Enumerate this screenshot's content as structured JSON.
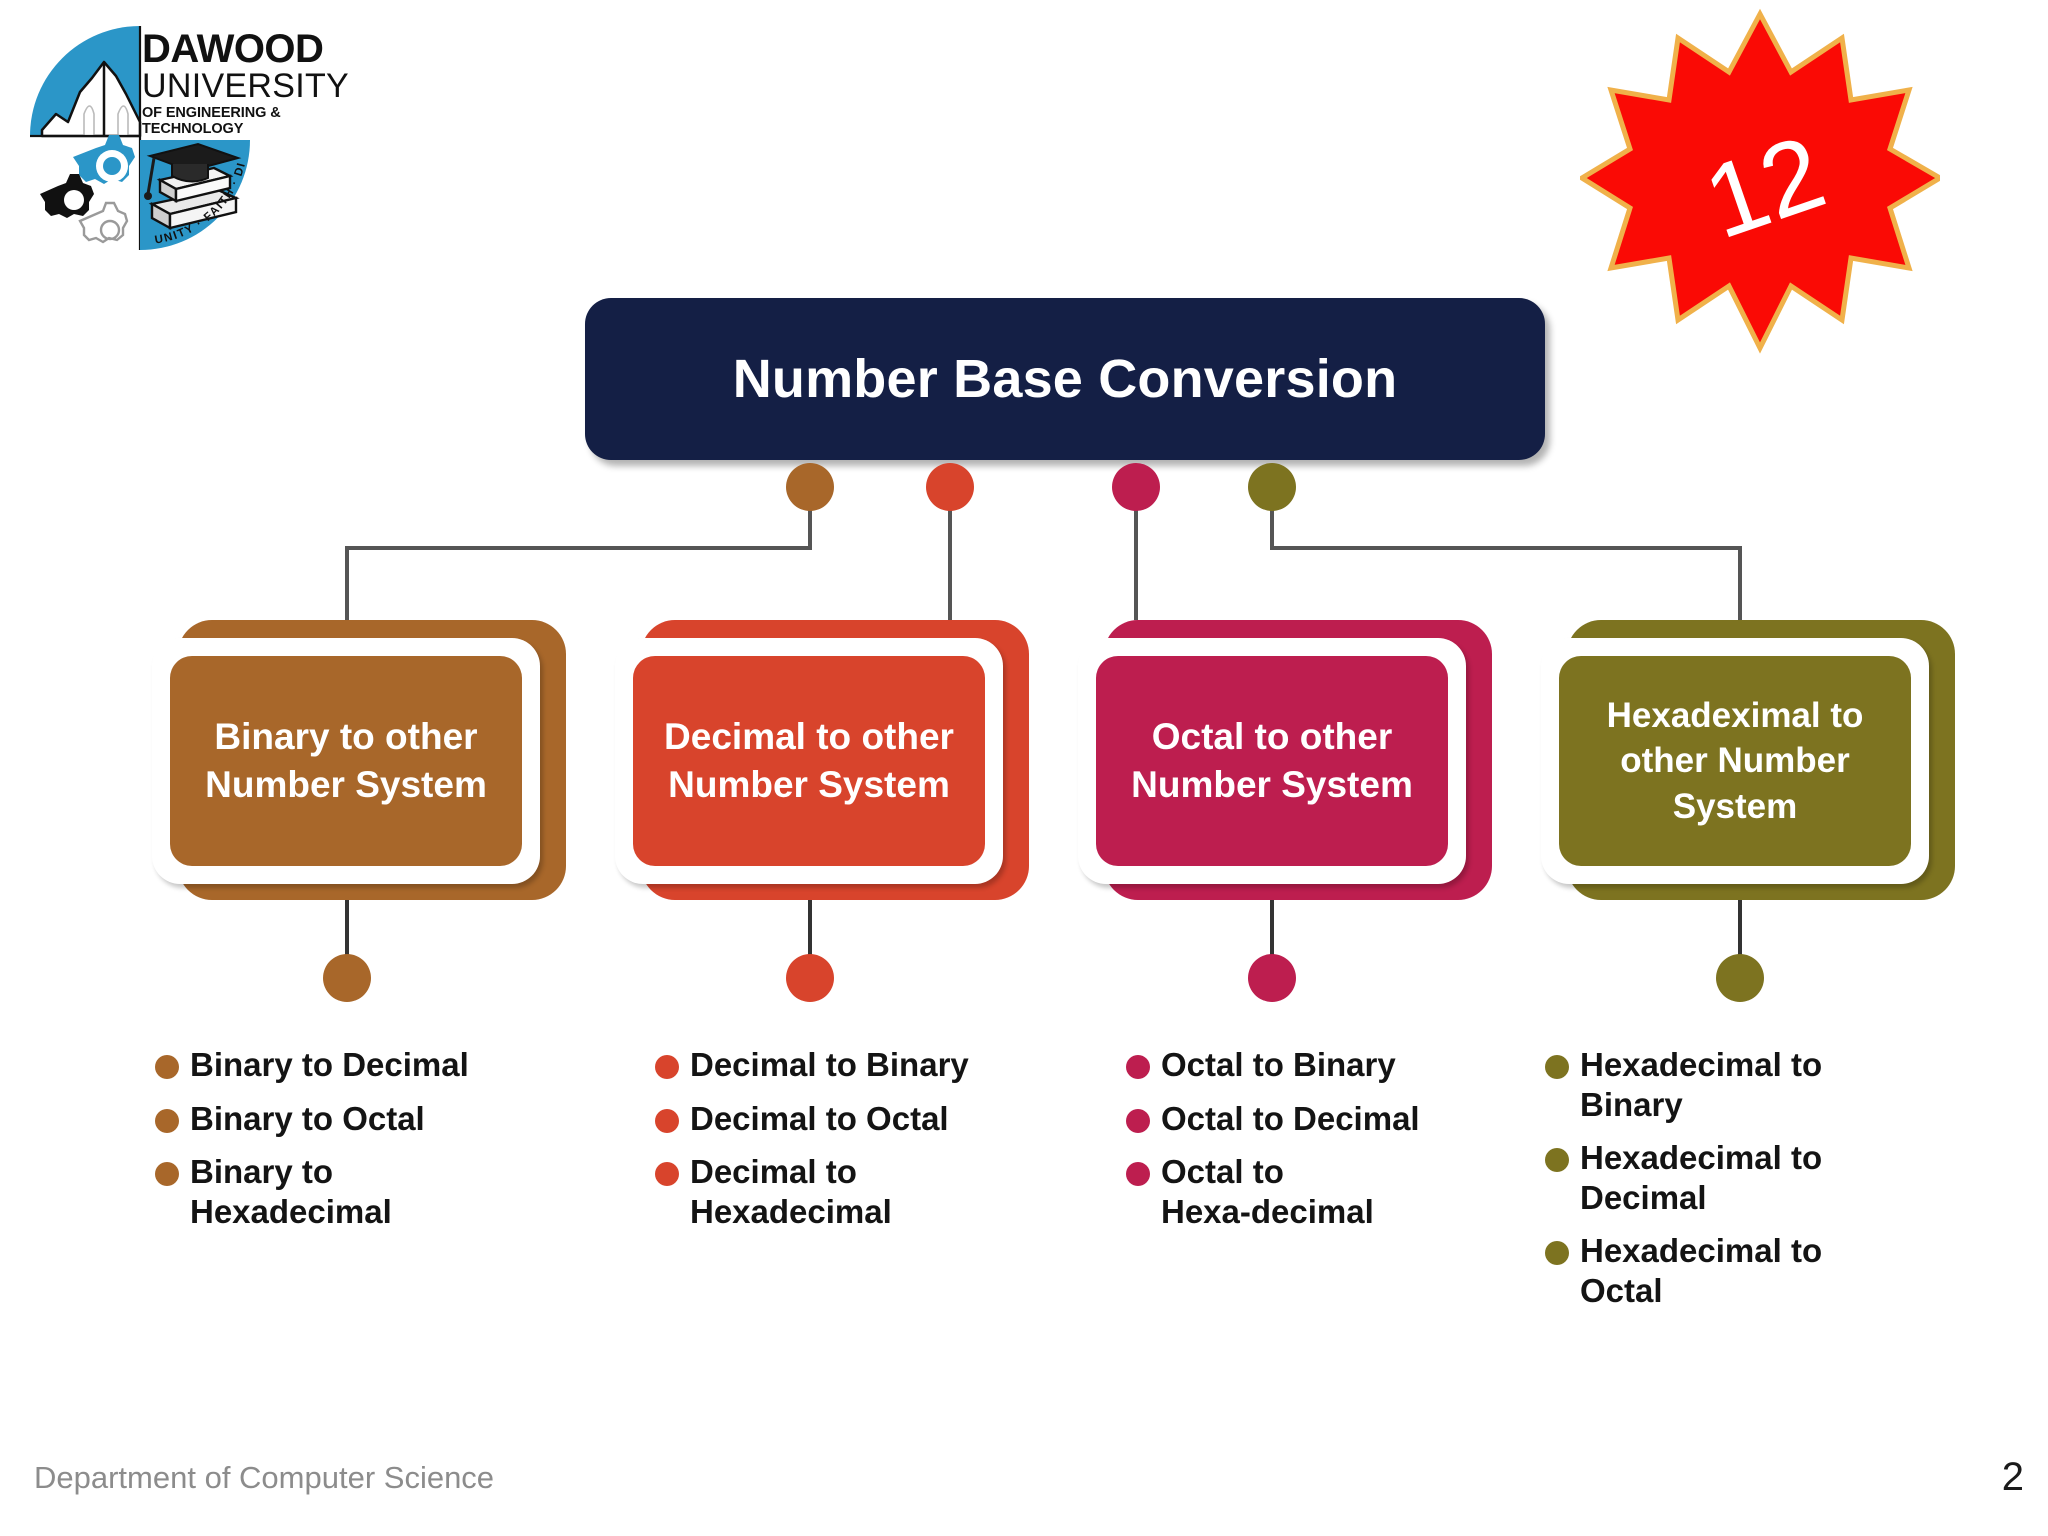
{
  "brand": {
    "name_line1": "DAWOOD",
    "name_line2": "UNIVERSITY",
    "name_line3": "OF ENGINEERING & TECHNOLOGY",
    "motto": "UNITY · FAITH · DISCIPLINE",
    "logo_blue": "#2B96C8"
  },
  "badge": {
    "number": "12",
    "fill": "#FA0A05",
    "stroke": "#F0B14A"
  },
  "title": {
    "text": "Number Base Conversion",
    "bg": "#141F45",
    "fg": "#FFFFFF"
  },
  "branches": [
    {
      "id": "binary",
      "heading": "Binary to other Number System",
      "color": "#A8672A",
      "items": [
        "Binary to Decimal",
        "Binary to Octal",
        "Binary to Hexadecimal"
      ]
    },
    {
      "id": "decimal",
      "heading": "Decimal to other Number System",
      "color": "#D8442C",
      "items": [
        "Decimal to Binary",
        "Decimal to Octal",
        "Decimal to Hexadecimal"
      ]
    },
    {
      "id": "octal",
      "heading": "Octal to other Number System",
      "color": "#BD1E4F",
      "items": [
        "Octal to Binary",
        "Octal to Decimal",
        "Octal to Hexa-decimal"
      ]
    },
    {
      "id": "hexadecimal",
      "heading": "Hexadeximal to other Number System",
      "color": "#7D7320",
      "items": [
        "Hexadecimal to Binary",
        "Hexadecimal to Decimal",
        "Hexadecimal to Octal"
      ]
    }
  ],
  "footer": {
    "department": "Department of Computer Science",
    "page_number": "2"
  }
}
